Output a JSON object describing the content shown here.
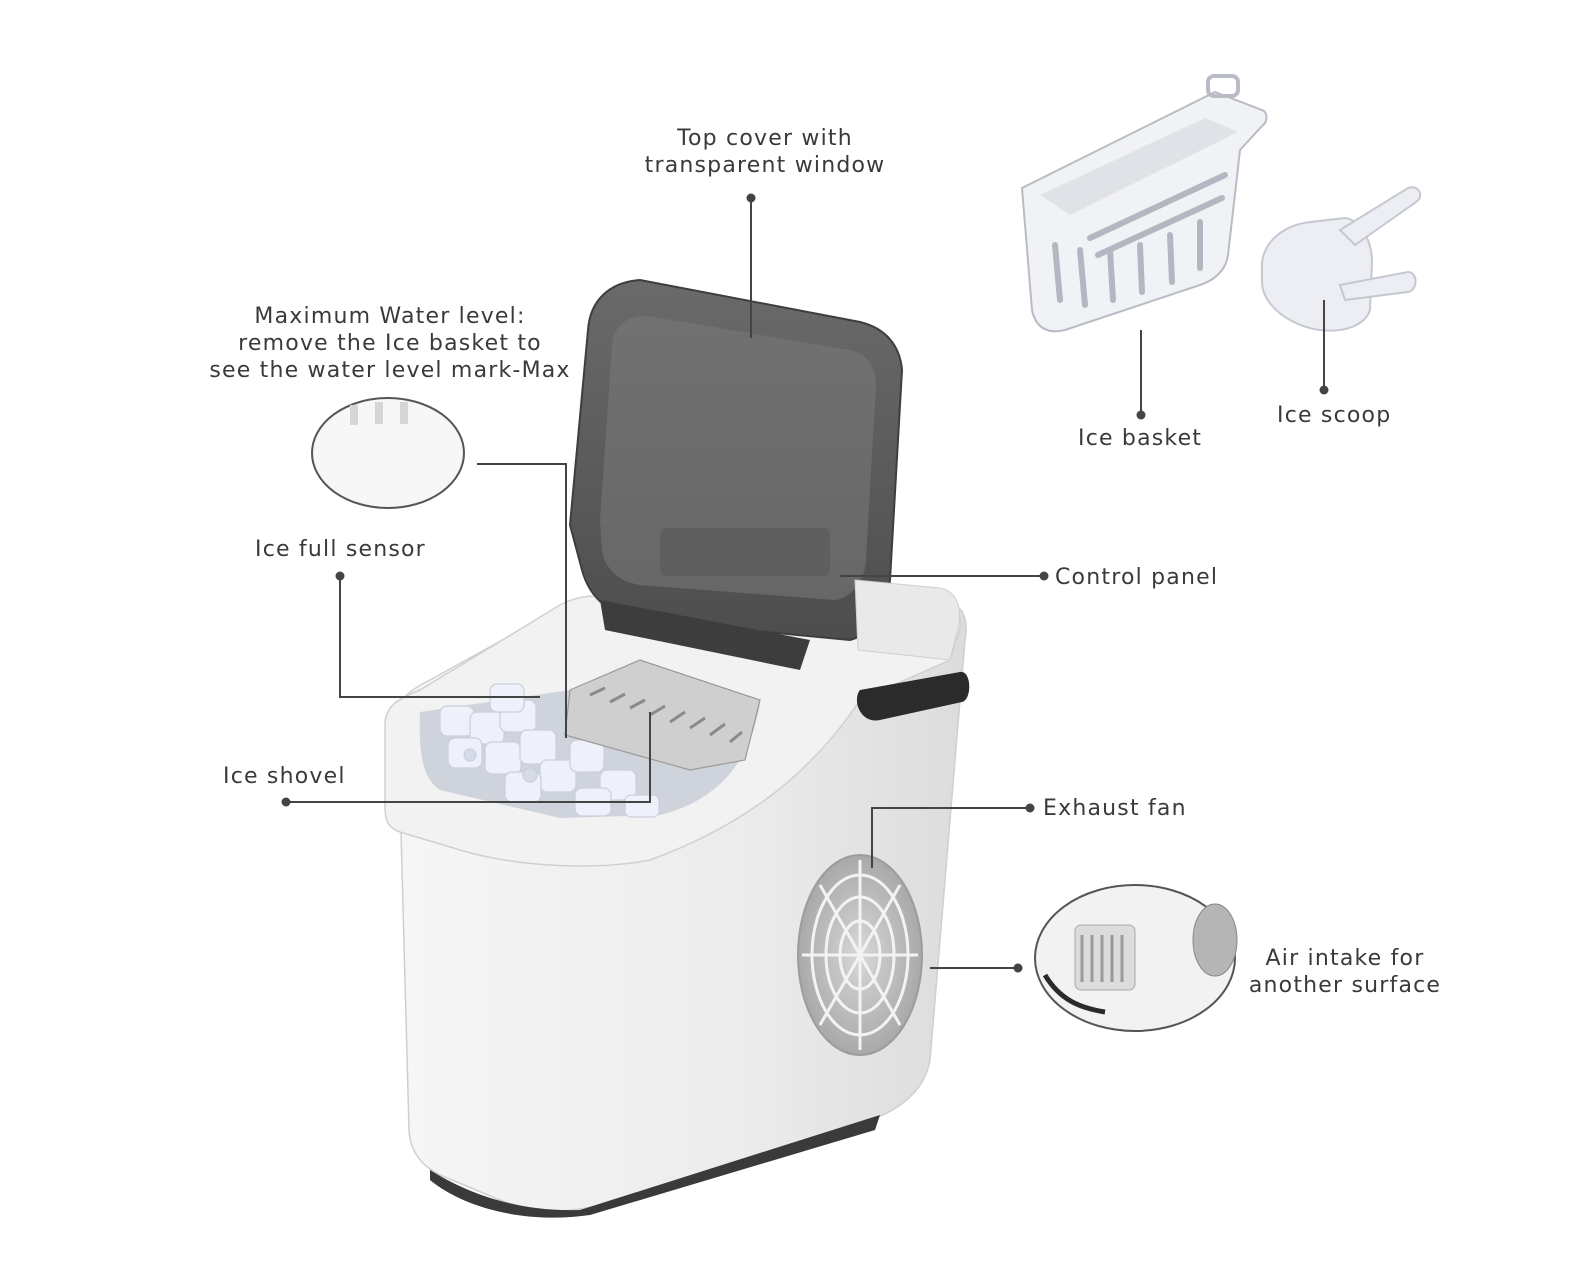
{
  "labels": {
    "top_cover": [
      "Top cover with",
      "transparent window"
    ],
    "max_water": [
      "Maximum Water level:",
      "remove the Ice basket to",
      "see the water level mark-Max"
    ],
    "ice_full_sensor": "Ice full sensor",
    "ice_shovel": "Ice shovel",
    "control_panel": "Control panel",
    "exhaust_fan": "Exhaust fan",
    "air_intake": [
      "Air intake for",
      "another surface"
    ],
    "ice_basket": "Ice basket",
    "ice_scoop": "Ice scoop"
  },
  "colors": {
    "text": "#3a3a3a",
    "leader_line": "#444444",
    "body": "#eeeeee",
    "lid": "#5b5b5b",
    "ice": "#e8ecf6",
    "handle": "#2b2b2b"
  }
}
